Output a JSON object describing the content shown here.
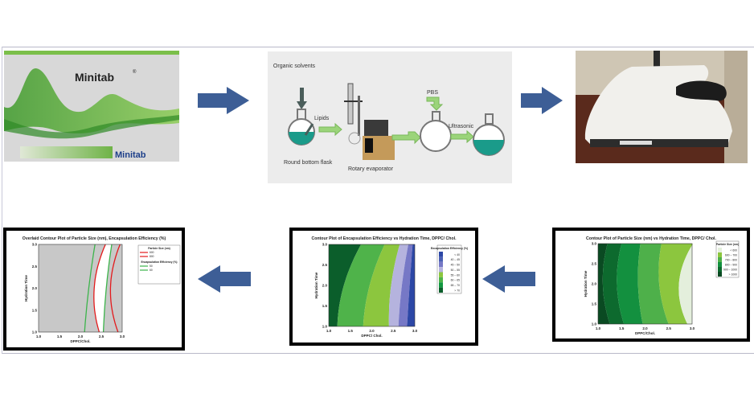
{
  "software_panel": {
    "logo_text": "Minitab",
    "logo_mark": "®",
    "footer_logo": "Minitab"
  },
  "schematic": {
    "labels": {
      "organic_solvents": "Organic solvents",
      "lipids": "Lipids",
      "round_bottom_flask": "Round bottom flask",
      "rotary_evaporator": "Rotary evaporator",
      "pbs": "PBS",
      "ultrasonic": "Ultrasonic"
    }
  },
  "colors": {
    "arrow": "#3d5e96",
    "green_arrow": "#9bd47a",
    "frame": "#b9b9c9"
  },
  "chart_data": [
    {
      "type": "heatmap",
      "subtype": "contour",
      "title": "Contour Plot of Particle Size (nm) vs Hydration Time, DPPC/ Chol.",
      "xlabel": "DPPC/Chol.",
      "ylabel": "Hydration Time",
      "xlim": [
        1.0,
        3.0
      ],
      "ylim": [
        1.0,
        3.0
      ],
      "xticks": [
        "1.0",
        "1.5",
        "2.0",
        "2.5",
        "3.0"
      ],
      "yticks": [
        "1.0",
        "1.5",
        "2.0",
        "2.5",
        "3.0"
      ],
      "legend_title": "Particle Size (nm)",
      "legend_placement": "right",
      "levels": [
        {
          "label": "< 600",
          "color": "#e4efdc"
        },
        {
          "label": "600 – 700",
          "color": "#8cc63e"
        },
        {
          "label": "700 – 800",
          "color": "#4eb04a"
        },
        {
          "label": "800 – 900",
          "color": "#13903f"
        },
        {
          "label": "900 – 1000",
          "color": "#0d6a2e"
        },
        {
          "label": "> 1000",
          "color": "#0a4a22"
        }
      ]
    },
    {
      "type": "heatmap",
      "subtype": "contour",
      "title": "Contour Plot of Encapsulation Efficiency vs Hydration Time, DPPC/ Chol.",
      "xlabel": "DPPC/ Chol.",
      "ylabel": "Hydration Time",
      "xlim": [
        1.0,
        3.0
      ],
      "ylim": [
        1.0,
        3.0
      ],
      "xticks": [
        "1.0",
        "1.5",
        "2.0",
        "2.5",
        "3.0"
      ],
      "yticks": [
        "1.0",
        "1.5",
        "2.0",
        "2.5",
        "3.0"
      ],
      "legend_title": "Encapsulation Efficiency (%)",
      "legend_placement": "right",
      "levels": [
        {
          "label": "< 40",
          "color": "#2c47a6"
        },
        {
          "label": "40 – 45",
          "color": "#4a5fb4"
        },
        {
          "label": "45 – 50",
          "color": "#7678c6"
        },
        {
          "label": "50 – 55",
          "color": "#b5b3de"
        },
        {
          "label": "55 – 60",
          "color": "#8cc63e"
        },
        {
          "label": "60 – 65",
          "color": "#4fb34a"
        },
        {
          "label": "65 – 70",
          "color": "#129840"
        },
        {
          "label": "> 70",
          "color": "#0b5e2b"
        }
      ]
    },
    {
      "type": "line",
      "subtype": "overlaid-contour",
      "title": "Overlaid Contour Plot of Particle Size (nm), Encapsulation Efficiency (%)",
      "xlabel": "DPPC/Chol.",
      "ylabel": "Hydration Time",
      "xlim": [
        1.0,
        3.0
      ],
      "ylim": [
        1.0,
        3.0
      ],
      "xticks": [
        "1.0",
        "1.5",
        "2.0",
        "2.5",
        "3.0"
      ],
      "yticks": [
        "1.0",
        "1.5",
        "2.0",
        "2.5",
        "3.0"
      ],
      "legend_placement": "right",
      "legend_groups": [
        {
          "title": "Particle Size (nm)",
          "color": "#e31a1c",
          "entries": [
            "600",
            "800"
          ]
        },
        {
          "title": "Encapsulation Efficiency (%)",
          "color": "#3cb44b",
          "entries": [
            "50",
            "60"
          ]
        }
      ],
      "feasible_region_color": "#ffffff",
      "infeasible_region_color": "#c8c8c8"
    }
  ]
}
